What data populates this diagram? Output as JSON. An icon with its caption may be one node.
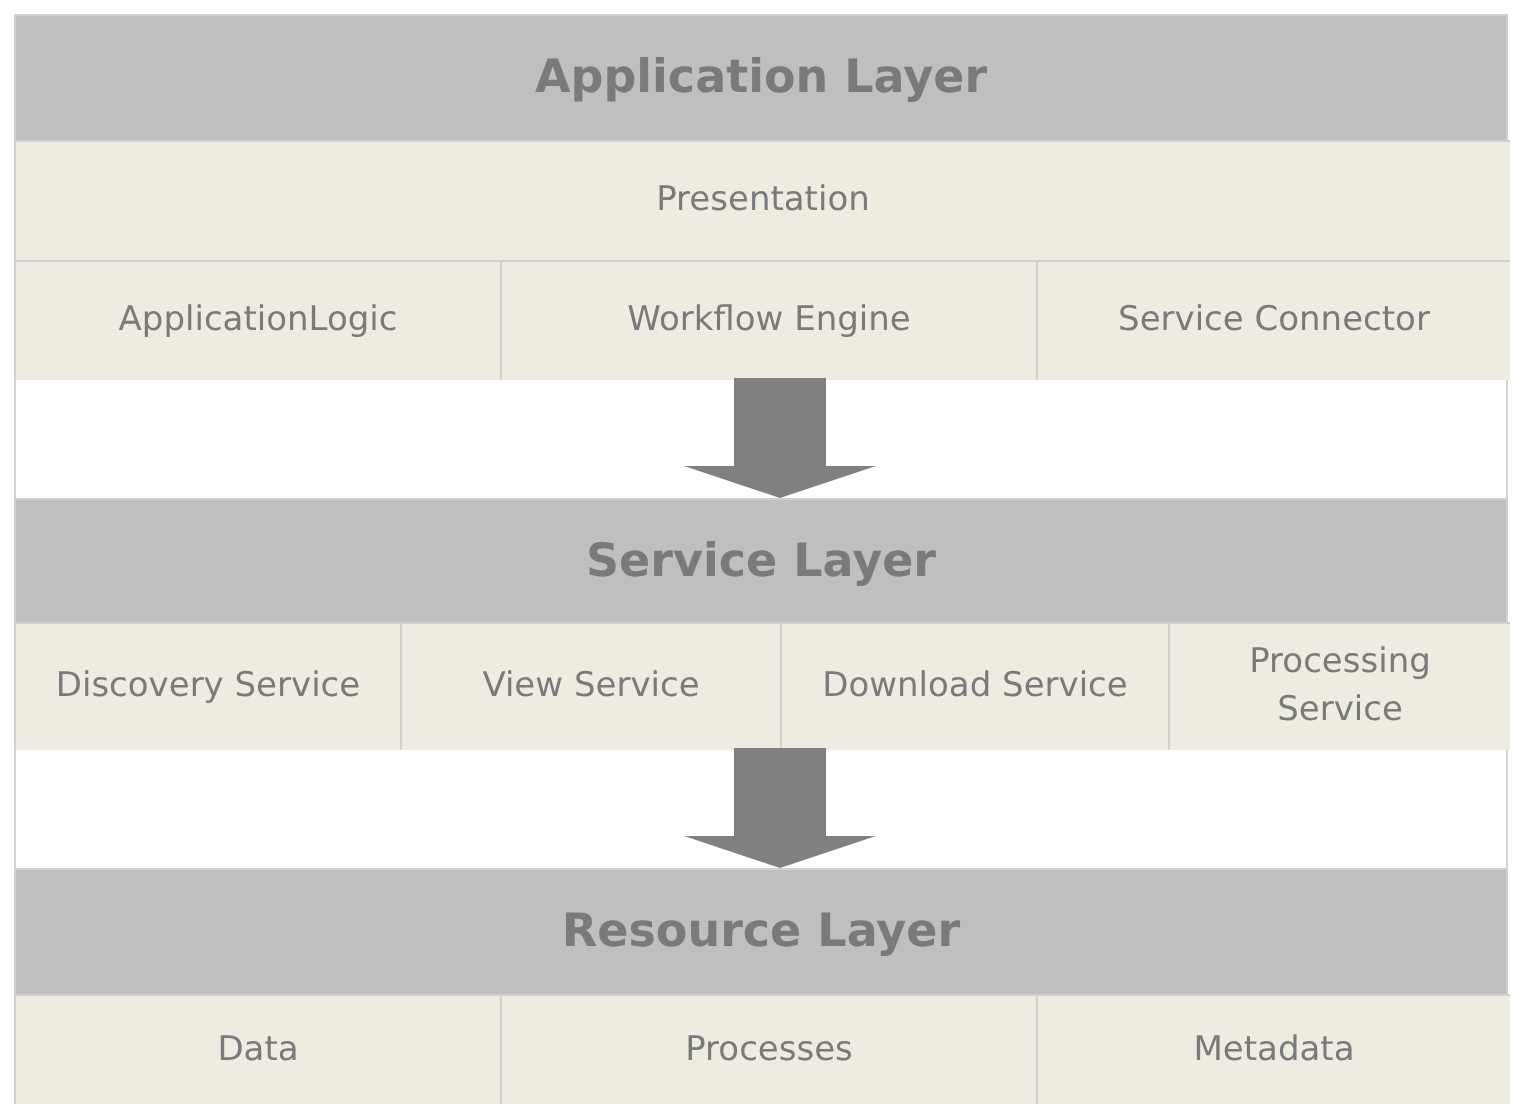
{
  "diagram": {
    "nodes": [
      {
        "text": [
          "Application Layer"
        ]
      },
      {
        "text": [
          "Presentation"
        ],
        "in": 0
      },
      {
        "text": [
          "ApplicationLogic"
        ],
        "in": 0
      },
      {
        "text": [
          "Workflow Engine"
        ],
        "in": 0
      },
      {
        "text": [
          "Service Connector"
        ],
        "in": 0
      },
      {
        "text": [
          "Service Layer"
        ]
      },
      {
        "text": [
          "Discovery Service"
        ],
        "in": 5
      },
      {
        "text": [
          "View Service"
        ],
        "in": 5
      },
      {
        "text": [
          "Download Service"
        ],
        "in": 5
      },
      {
        "text": [
          "Processing Service"
        ],
        "in": 5
      },
      {
        "text": [
          "Resource Layer"
        ]
      },
      {
        "text": [
          "Data"
        ],
        "in": 10
      },
      {
        "text": [
          "Processes"
        ],
        "in": 10
      },
      {
        "text": [
          "Metadata"
        ],
        "in": 10
      }
    ],
    "edges": [
      {
        "from": 0,
        "to": 5,
        "arrow": "to"
      },
      {
        "from": 5,
        "to": 10,
        "arrow": "to"
      }
    ]
  }
}
